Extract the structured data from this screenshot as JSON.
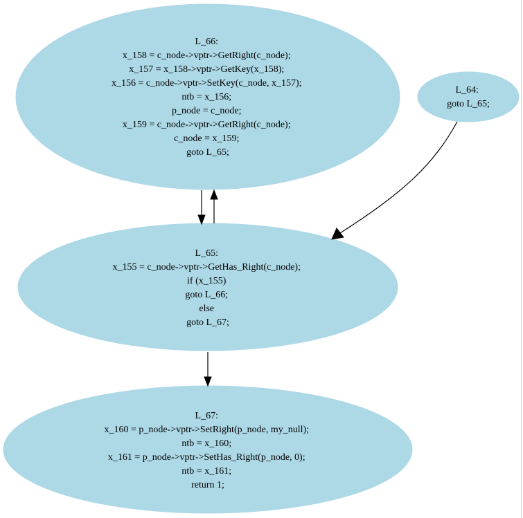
{
  "graph": {
    "node_fill": "#add8e6",
    "edge_color": "#000000",
    "nodes": {
      "l66": {
        "lines": [
          "L_66:",
          "x_158 = c_node->vptr->GetRight(c_node);",
          "x_157 = x_158->vptr->GetKey(x_158);",
          "x_156 = c_node->vptr->SetKey(c_node, x_157);",
          "ntb = x_156;",
          "p_node = c_node;",
          "x_159 = c_node->vptr->GetRight(c_node);",
          "c_node = x_159;",
          "goto L_65;"
        ]
      },
      "l64": {
        "lines": [
          "L_64:",
          "goto L_65;"
        ]
      },
      "l65": {
        "lines": [
          "L_65:",
          "x_155 = c_node->vptr->GetHas_Right(c_node);",
          "if (x_155)",
          "goto L_66;",
          "else",
          "goto L_67;"
        ]
      },
      "l67": {
        "lines": [
          "L_67:",
          "x_160 = p_node->vptr->SetRight(p_node, my_null);",
          "ntb = x_160;",
          "x_161 = p_node->vptr->SetHas_Right(p_node, 0);",
          "ntb = x_161;",
          "return 1;"
        ]
      }
    },
    "edges": [
      {
        "from": "L_66",
        "to": "L_65"
      },
      {
        "from": "L_65",
        "to": "L_66"
      },
      {
        "from": "L_64",
        "to": "L_65"
      },
      {
        "from": "L_65",
        "to": "L_67"
      }
    ]
  }
}
